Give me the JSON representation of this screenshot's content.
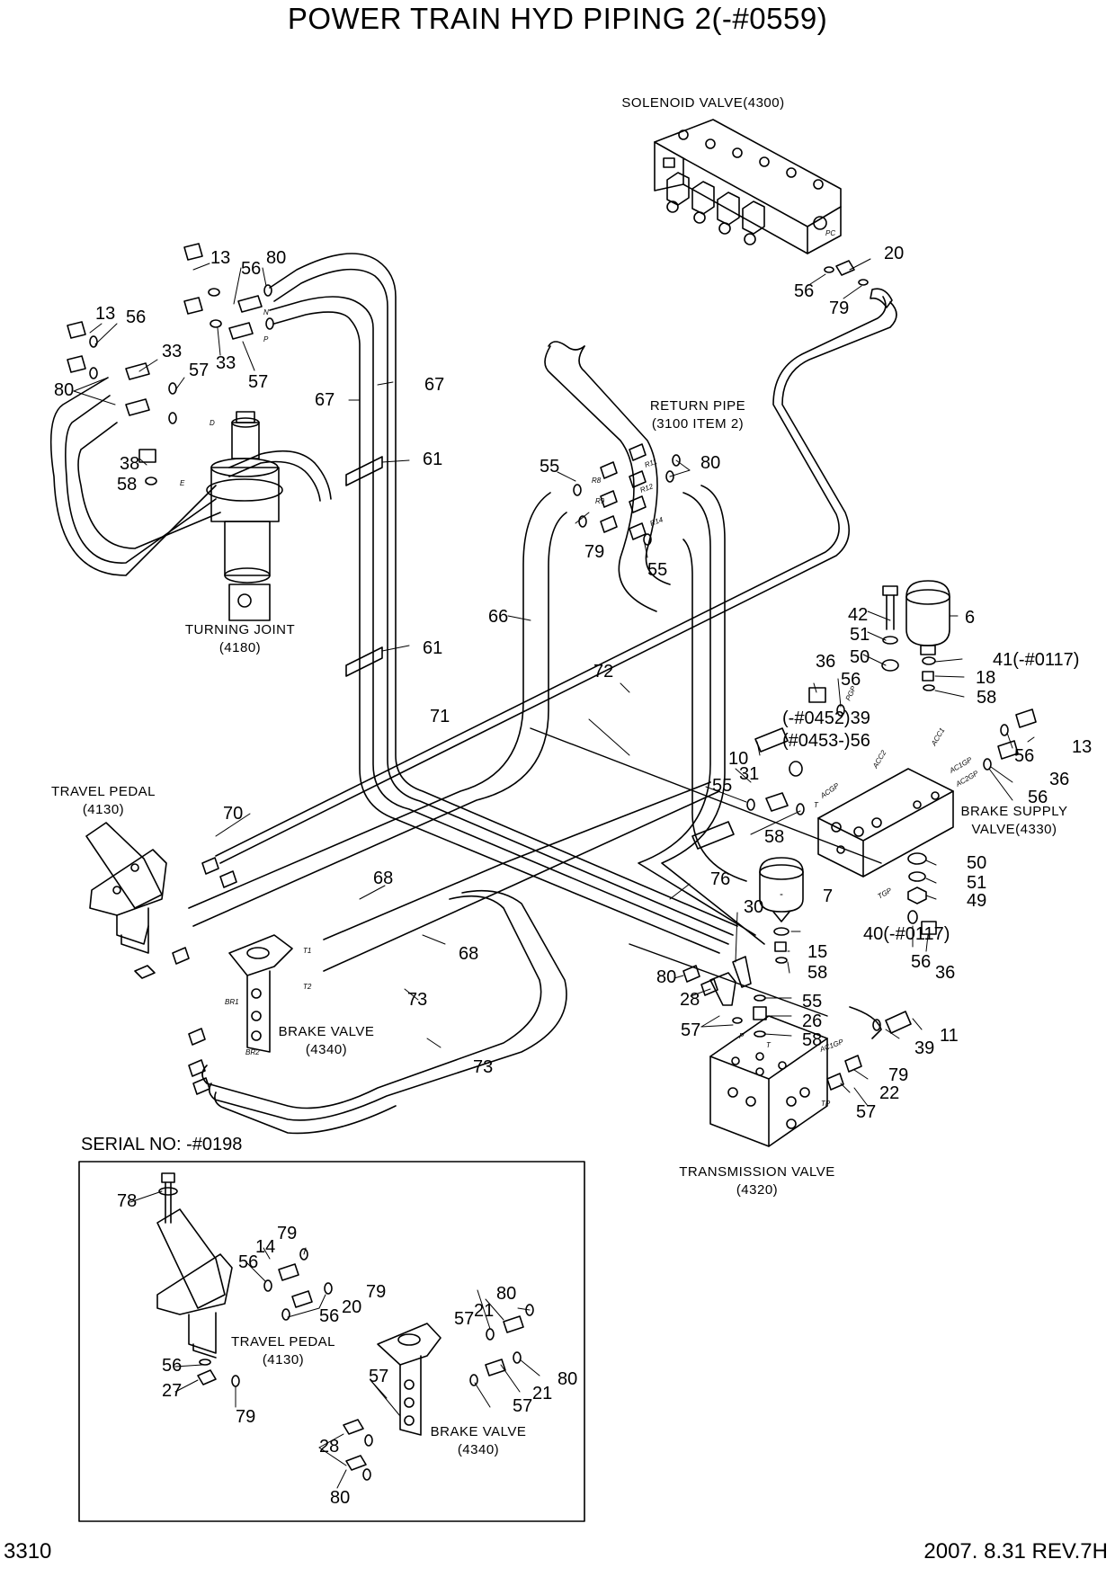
{
  "title": "POWER TRAIN HYD PIPING 2(-#0559)",
  "page_number": "3310",
  "revision": "2007. 8.31  REV.7H",
  "serial_note": "SERIAL NO: -#0198",
  "components": {
    "solenoid_valve": [
      "SOLENOID VALVE(4300)"
    ],
    "return_pipe": [
      "RETURN PIPE",
      "(3100 ITEM 2)"
    ],
    "turning_joint": [
      "TURNING JOINT",
      "(4180)"
    ],
    "travel_pedal": [
      "TRAVEL PEDAL",
      "(4130)"
    ],
    "brake_valve": [
      "BRAKE VALVE",
      "(4340)"
    ],
    "brake_supply_valve": [
      "BRAKE SUPPLY",
      "VALVE(4330)"
    ],
    "transmission_valve": [
      "TRANSMISSION VALVE",
      "(4320)"
    ],
    "inset_travel_pedal": [
      "TRAVEL PEDAL",
      "(4130)"
    ],
    "inset_brake_valve": [
      "BRAKE VALVE",
      "(4340)"
    ]
  },
  "callouts": [
    {
      "id": "c1",
      "text": "20"
    },
    {
      "id": "c2",
      "text": "56"
    },
    {
      "id": "c3",
      "text": "79"
    },
    {
      "id": "c4",
      "text": "13"
    },
    {
      "id": "c5",
      "text": "56"
    },
    {
      "id": "c6",
      "text": "80"
    },
    {
      "id": "c7",
      "text": "13"
    },
    {
      "id": "c8",
      "text": "56"
    },
    {
      "id": "c9",
      "text": "33"
    },
    {
      "id": "c10",
      "text": "57"
    },
    {
      "id": "c11",
      "text": "33"
    },
    {
      "id": "c12",
      "text": "57"
    },
    {
      "id": "c13",
      "text": "80"
    },
    {
      "id": "c14",
      "text": "67"
    },
    {
      "id": "c15",
      "text": "67"
    },
    {
      "id": "c16",
      "text": "61"
    },
    {
      "id": "c17",
      "text": "38"
    },
    {
      "id": "c18",
      "text": "58"
    },
    {
      "id": "c19",
      "text": "55"
    },
    {
      "id": "c20",
      "text": "80"
    },
    {
      "id": "c21",
      "text": "79"
    },
    {
      "id": "c22",
      "text": "55"
    },
    {
      "id": "c23",
      "text": "66"
    },
    {
      "id": "c24",
      "text": "61"
    },
    {
      "id": "c25",
      "text": "42"
    },
    {
      "id": "c26",
      "text": "51"
    },
    {
      "id": "c27",
      "text": "50"
    },
    {
      "id": "c28",
      "text": "6"
    },
    {
      "id": "c29",
      "text": "41(-#0117)"
    },
    {
      "id": "c30",
      "text": "18"
    },
    {
      "id": "c31",
      "text": "58"
    },
    {
      "id": "c32",
      "text": "36"
    },
    {
      "id": "c33",
      "text": "56"
    },
    {
      "id": "c34",
      "text": "72"
    },
    {
      "id": "c35",
      "text": "71"
    },
    {
      "id": "c36",
      "text": "(-#0452)39"
    },
    {
      "id": "c37",
      "text": "(#0453-)56"
    },
    {
      "id": "c38",
      "text": "10"
    },
    {
      "id": "c39",
      "text": "31"
    },
    {
      "id": "c40",
      "text": "55"
    },
    {
      "id": "c41",
      "text": "58"
    },
    {
      "id": "c42",
      "text": "13"
    },
    {
      "id": "c43",
      "text": "56"
    },
    {
      "id": "c44",
      "text": "36"
    },
    {
      "id": "c45",
      "text": "56"
    },
    {
      "id": "c46",
      "text": "70"
    },
    {
      "id": "c47",
      "text": "68"
    },
    {
      "id": "c48",
      "text": "68"
    },
    {
      "id": "c49",
      "text": "76"
    },
    {
      "id": "c50",
      "text": "7"
    },
    {
      "id": "c51",
      "text": "50"
    },
    {
      "id": "c52",
      "text": "51"
    },
    {
      "id": "c53",
      "text": "49"
    },
    {
      "id": "c54",
      "text": "30"
    },
    {
      "id": "c55",
      "text": "40(-#0117)"
    },
    {
      "id": "c56",
      "text": "15"
    },
    {
      "id": "c57",
      "text": "58"
    },
    {
      "id": "c58",
      "text": "56"
    },
    {
      "id": "c59",
      "text": "36"
    },
    {
      "id": "c60",
      "text": "80"
    },
    {
      "id": "c61",
      "text": "28"
    },
    {
      "id": "c62",
      "text": "55"
    },
    {
      "id": "c63",
      "text": "26"
    },
    {
      "id": "c64",
      "text": "58"
    },
    {
      "id": "c65",
      "text": "57"
    },
    {
      "id": "c66",
      "text": "11"
    },
    {
      "id": "c67",
      "text": "39"
    },
    {
      "id": "c68",
      "text": "79"
    },
    {
      "id": "c69",
      "text": "22"
    },
    {
      "id": "c70",
      "text": "57"
    },
    {
      "id": "c71",
      "text": "73"
    },
    {
      "id": "c72",
      "text": "73"
    },
    {
      "id": "c73",
      "text": "78"
    },
    {
      "id": "c74",
      "text": "79"
    },
    {
      "id": "c75",
      "text": "14"
    },
    {
      "id": "c76",
      "text": "56"
    },
    {
      "id": "c77",
      "text": "79"
    },
    {
      "id": "c78",
      "text": "20"
    },
    {
      "id": "c79",
      "text": "56"
    },
    {
      "id": "c80",
      "text": "80"
    },
    {
      "id": "c81",
      "text": "57"
    },
    {
      "id": "c82",
      "text": "21"
    },
    {
      "id": "c83",
      "text": "57"
    },
    {
      "id": "c84",
      "text": "80"
    },
    {
      "id": "c85",
      "text": "21"
    },
    {
      "id": "c86",
      "text": "57"
    },
    {
      "id": "c87",
      "text": "56"
    },
    {
      "id": "c88",
      "text": "27"
    },
    {
      "id": "c89",
      "text": "79"
    },
    {
      "id": "c90",
      "text": "28"
    },
    {
      "id": "c91",
      "text": "80"
    }
  ],
  "port_labels": [
    {
      "id": "p1",
      "text": "PC"
    },
    {
      "id": "p2",
      "text": "N"
    },
    {
      "id": "p3",
      "text": "P"
    },
    {
      "id": "p4",
      "text": "D"
    },
    {
      "id": "p5",
      "text": "E"
    },
    {
      "id": "p6",
      "text": "R11"
    },
    {
      "id": "p7",
      "text": "R12"
    },
    {
      "id": "p8",
      "text": "R14"
    },
    {
      "id": "p9",
      "text": "R8"
    },
    {
      "id": "p10",
      "text": "R9"
    },
    {
      "id": "p11",
      "text": "PGP"
    },
    {
      "id": "p12",
      "text": "ACGP"
    },
    {
      "id": "p13",
      "text": "ACC1"
    },
    {
      "id": "p14",
      "text": "ACC2"
    },
    {
      "id": "p15",
      "text": "AC1GP"
    },
    {
      "id": "p16",
      "text": "AC2GP"
    },
    {
      "id": "p17",
      "text": "TGP"
    },
    {
      "id": "p18",
      "text": "T1"
    },
    {
      "id": "p19",
      "text": "T2"
    },
    {
      "id": "p20",
      "text": "BR1"
    },
    {
      "id": "p21",
      "text": "BR2"
    },
    {
      "id": "p22",
      "text": "AC1GP"
    },
    {
      "id": "p23",
      "text": "TP"
    },
    {
      "id": "p24",
      "text": "T"
    },
    {
      "id": "p25",
      "text": "P"
    },
    {
      "id": "p26",
      "text": "T"
    }
  ]
}
